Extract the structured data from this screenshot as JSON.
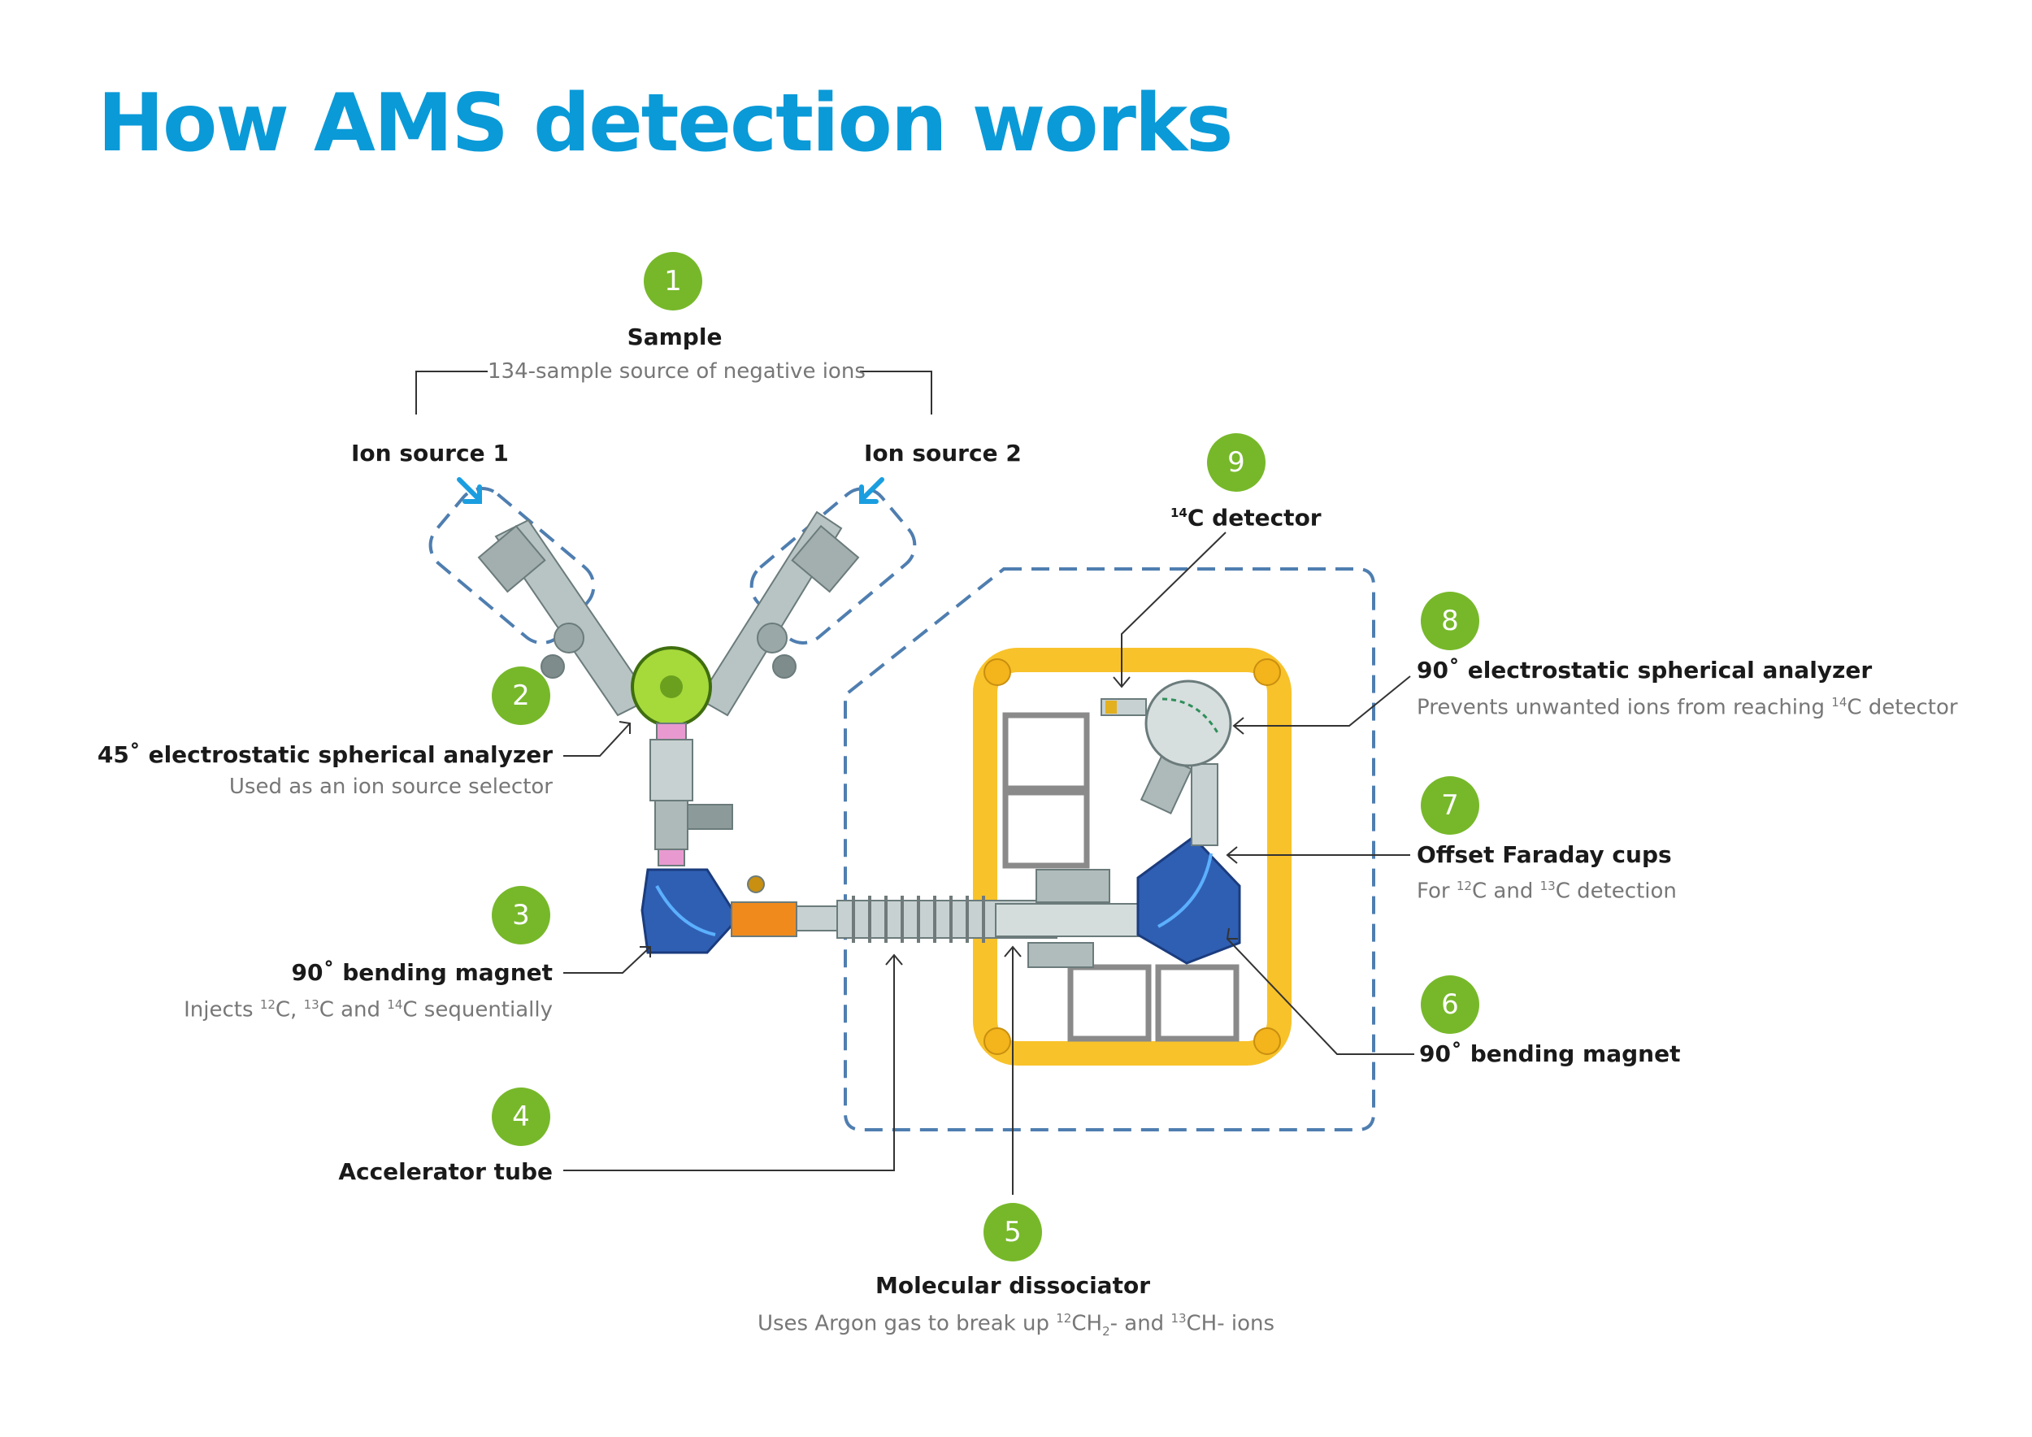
{
  "title": "How AMS detection works",
  "colors": {
    "title_blue": "#0a9ad8",
    "badge_green": "#77b82a",
    "frame_yellow": "#f8c22a",
    "magnet_blue": "#2f5fb3",
    "dashed_blue": "#4f7eb0",
    "arrow_blue": "#1a9ee0"
  },
  "badges": [
    "1",
    "2",
    "3",
    "4",
    "5",
    "6",
    "7",
    "8",
    "9"
  ],
  "labels": {
    "sample": {
      "title": "Sample",
      "subtitle": "134-sample source of negative ions"
    },
    "ion_source_1": "Ion source 1",
    "ion_source_2": "Ion source 2",
    "detector_c14": {
      "iso": "14",
      "title": "C detector"
    },
    "analyzer_45": {
      "title": "45˚ electrostatic spherical analyzer",
      "subtitle": "Used as an ion source selector"
    },
    "bending_magnet_3": {
      "title": "90˚ bending magnet",
      "sub_a": "Injects ",
      "iso_a": "12",
      "sub_b": "C, ",
      "iso_b": "13",
      "sub_c": "C and ",
      "iso_c": "14",
      "sub_d": "C sequentially"
    },
    "accelerator_tube": "Accelerator tube",
    "molecular_dissociator": {
      "title": "Molecular dissociator",
      "sub_a": "Uses Argon gas to break up ",
      "iso_a": "12",
      "sub_b": "CH",
      "sub_2": "2",
      "sub_c": "- and ",
      "iso_b": "13",
      "sub_d": "CH- ions"
    },
    "analyzer_90": {
      "title": "90˚ electrostatic spherical analyzer",
      "sub_a": "Prevents unwanted ions from reaching ",
      "iso": "14",
      "sub_b": "C detector"
    },
    "faraday_cups": {
      "title": "Offset Faraday cups",
      "sub_a": "For ",
      "iso_a": "12",
      "sub_b": "C and ",
      "iso_b": "13",
      "sub_c": "C detection"
    },
    "bending_magnet_6": "90˚ bending magnet"
  }
}
